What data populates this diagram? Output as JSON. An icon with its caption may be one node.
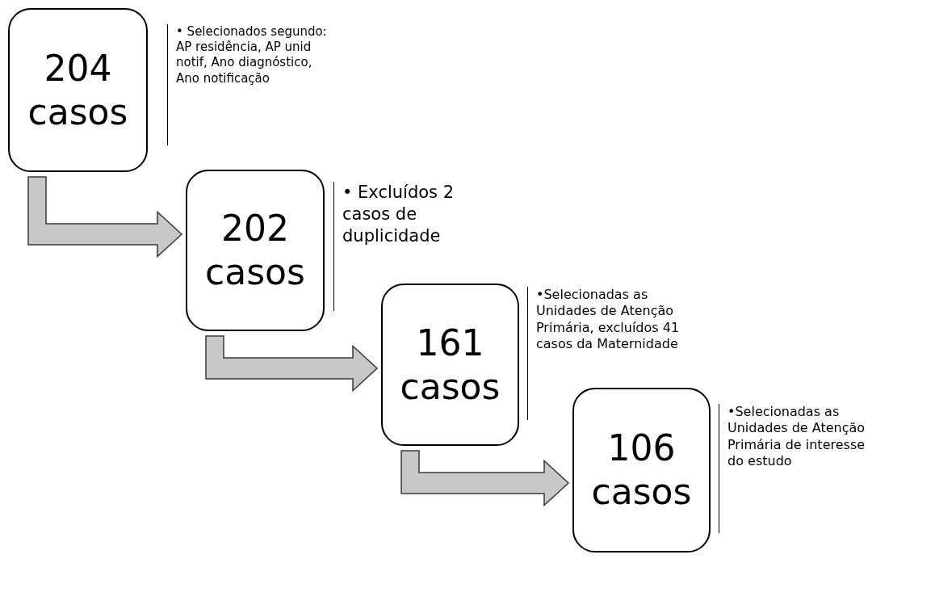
{
  "diagram": {
    "nodes": [
      {
        "text": [
          "204 casos"
        ],
        "beside": [
          "• Selecionados segundo: AP residência, AP unid notif, Ano diagnóstico, Ano notificação"
        ]
      },
      {
        "text": [
          "202 casos"
        ],
        "beside": [
          "• Excluídos 2 casos de duplicidade"
        ]
      },
      {
        "text": [
          "161 casos"
        ],
        "beside": [
          "•Selecionadas as Unidades de Atenção Primária, excluídos 41 casos da Maternidade"
        ]
      },
      {
        "text": [
          "106 casos"
        ],
        "beside": [
          "•Selecionadas as Unidades de Atenção Primária de interesse do estudo"
        ]
      }
    ],
    "edges": [
      {
        "from": 0,
        "to": 1,
        "arrow": "to"
      },
      {
        "from": 1,
        "to": 2,
        "arrow": "to"
      },
      {
        "from": 2,
        "to": 3,
        "arrow": "to"
      }
    ]
  }
}
